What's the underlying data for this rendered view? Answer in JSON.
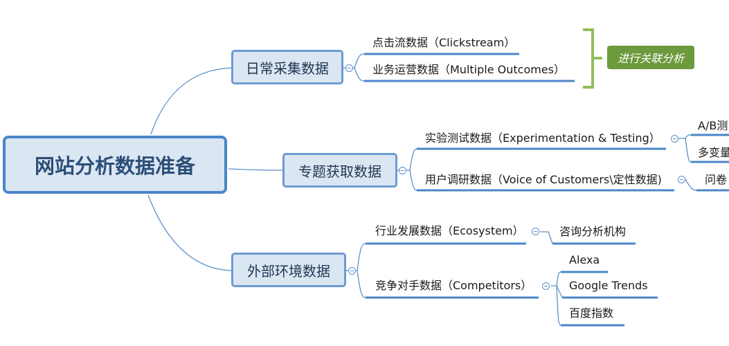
{
  "colors": {
    "line": "#5b8fc8",
    "underline": "#4a86c8",
    "node_fill": "#dbe6f3",
    "bracket": "#8fbf5a",
    "tag_fill": "#6c9a3d"
  },
  "root": {
    "label": "网站分析数据准备"
  },
  "branches": [
    {
      "label": "日常采集数据",
      "children": [
        {
          "label": "点击流数据（Clickstream）"
        },
        {
          "label": "业务运营数据（Multiple Outcomes）"
        }
      ]
    },
    {
      "label": "专题获取数据",
      "children": [
        {
          "label": "实验测试数据（Experimentation & Testing）",
          "children": [
            {
              "label": "A/B测"
            },
            {
              "label": "多变量"
            }
          ]
        },
        {
          "label": "用户调研数据（Voice of Customers\\定性数据)",
          "children": [
            {
              "label": "问卷"
            }
          ]
        }
      ]
    },
    {
      "label": "外部环境数据",
      "children": [
        {
          "label": "行业发展数据（Ecosystem）",
          "children": [
            {
              "label": "咨询分析机构"
            }
          ]
        },
        {
          "label": "竞争对手数据（Competitors）",
          "children": [
            {
              "label": "Alexa"
            },
            {
              "label": "Google Trends"
            },
            {
              "label": "百度指数"
            }
          ]
        }
      ]
    }
  ],
  "annotation": {
    "label": "进行关联分析"
  }
}
